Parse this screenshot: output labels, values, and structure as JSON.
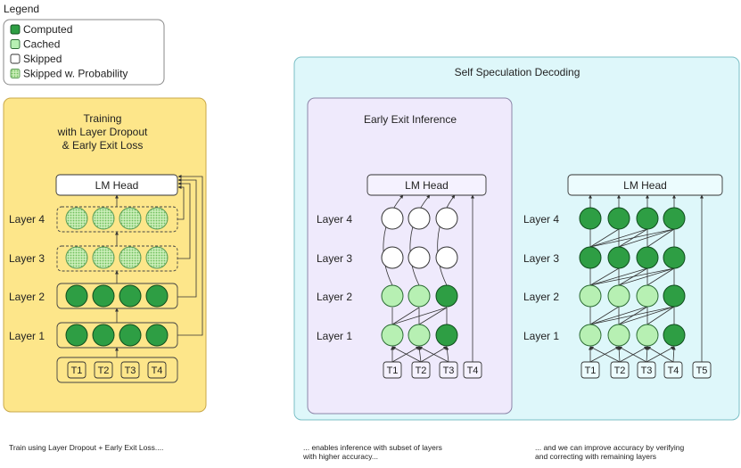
{
  "legend": {
    "title": "Legend",
    "items": [
      {
        "label": "Computed",
        "style": "computed"
      },
      {
        "label": "Cached",
        "style": "cached"
      },
      {
        "label": "Skipped",
        "style": "skipped"
      },
      {
        "label": "Skipped w. Probability",
        "style": "prob"
      }
    ]
  },
  "colors": {
    "computed_fill": "#2e9e44",
    "computed_stroke": "#0f4d1c",
    "cached_fill": "#b7f0b3",
    "cached_stroke": "#2a6a33",
    "skipped_fill": "#ffffff",
    "skipped_stroke": "#333333",
    "prob_fill": "#a7d98f",
    "prob_stroke": "#5a9a55",
    "training_bg": "#fde68a",
    "training_border": "#c9a84a",
    "ssd_bg": "#def7fa",
    "ssd_border": "#7bbfc6",
    "eei_bg": "#efeafc",
    "eei_border": "#8c85a8"
  },
  "training": {
    "title_lines": [
      "Training",
      "with Layer Dropout",
      "& Early Exit Loss"
    ],
    "lm_head": "LM Head",
    "layer_labels": [
      "Layer 4",
      "Layer 3",
      "Layer 2",
      "Layer 1"
    ],
    "layer_states": [
      [
        "prob",
        "prob",
        "prob",
        "prob"
      ],
      [
        "prob",
        "prob",
        "prob",
        "prob"
      ],
      [
        "computed",
        "computed",
        "computed",
        "computed"
      ],
      [
        "computed",
        "computed",
        "computed",
        "computed"
      ]
    ],
    "tokens": [
      "T1",
      "T2",
      "T3",
      "T4"
    ]
  },
  "ssd": {
    "title": "Self Speculation Decoding",
    "lm_head": "LM Head",
    "layer_labels": [
      "Layer 4",
      "Layer 3",
      "Layer 2",
      "Layer 1"
    ],
    "layer_states": [
      [
        "computed",
        "computed",
        "computed",
        "computed"
      ],
      [
        "computed",
        "computed",
        "computed",
        "computed"
      ],
      [
        "cached",
        "cached",
        "cached",
        "computed"
      ],
      [
        "cached",
        "cached",
        "cached",
        "computed"
      ]
    ],
    "tokens": [
      "T1",
      "T2",
      "T3",
      "T4",
      "T5"
    ]
  },
  "eei": {
    "title": "Early Exit Inference",
    "lm_head": "LM Head",
    "layer_labels": [
      "Layer 4",
      "Layer 3",
      "Layer 2",
      "Layer 1"
    ],
    "layer_states": [
      [
        "skipped",
        "skipped",
        "skipped"
      ],
      [
        "skipped",
        "skipped",
        "skipped"
      ],
      [
        "cached",
        "cached",
        "computed"
      ],
      [
        "cached",
        "cached",
        "computed"
      ]
    ],
    "tokens": [
      "T1",
      "T2",
      "T3",
      "T4"
    ]
  },
  "captions": {
    "training": "Train using Layer Dropout + Early Exit Loss....",
    "eei_line1": "... enables inference with subset of layers",
    "eei_line2": "with higher accuracy...",
    "ssd_line1": "... and we can improve accuracy by verifying",
    "ssd_line2": "and correcting with remaining layers"
  }
}
